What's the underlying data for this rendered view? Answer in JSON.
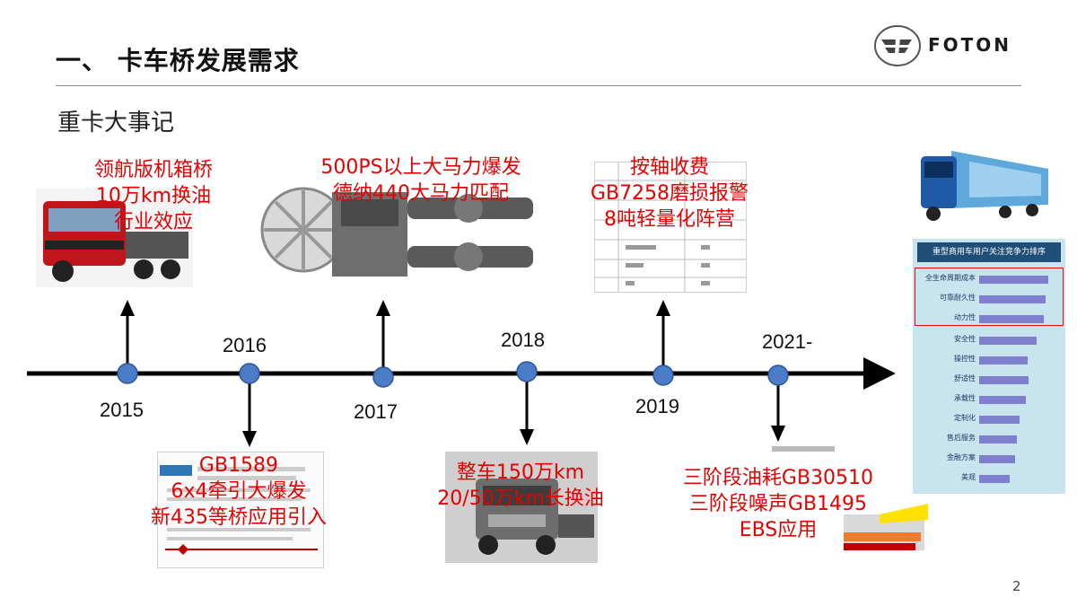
{
  "header": {
    "title": "一、 卡车桥发展需求",
    "subtitle": "重卡大事记",
    "brand": "FOTON",
    "page_number": "2"
  },
  "timeline": {
    "years": {
      "y2015": "2015",
      "y2016": "2016",
      "y2017": "2017",
      "y2018": "2018",
      "y2019": "2019",
      "y2021": "2021-"
    },
    "events": {
      "e2015": [
        "领航版机箱桥",
        "10万km换油",
        "行业效应"
      ],
      "e2016": [
        "GB1589",
        "6x4牵引大爆发",
        "新435等桥应用引入"
      ],
      "e2017": [
        "500PS以上大马力爆发",
        "德纳440大马力匹配"
      ],
      "e2018": [
        "整车150万km",
        "20/50万km长换油"
      ],
      "e2019": [
        "按轴收费",
        "GB7258磨损报警",
        "8吨轻量化阵营"
      ],
      "e2021": [
        "三阶段油耗GB30510",
        "三阶段噪声GB1495",
        "EBS应用"
      ]
    },
    "colors": {
      "axis": "#000000",
      "node": "#4a7cc7",
      "event_text": "#e60000"
    }
  },
  "ranking_panel": {
    "title": "重型商用车用户关注竞争力排序",
    "items": [
      {
        "label": "全生命周期成本",
        "value": 0.92
      },
      {
        "label": "可靠耐久性",
        "value": 0.88
      },
      {
        "label": "动力性",
        "value": 0.86
      },
      {
        "label": "安全性",
        "value": 0.76
      },
      {
        "label": "操控性",
        "value": 0.64
      },
      {
        "label": "舒适性",
        "value": 0.66
      },
      {
        "label": "承载性",
        "value": 0.62
      },
      {
        "label": "定制化",
        "value": 0.54
      },
      {
        "label": "售后服务",
        "value": 0.5
      },
      {
        "label": "金融方案",
        "value": 0.48
      },
      {
        "label": "美观",
        "value": 0.4
      }
    ]
  },
  "icons": {
    "brand_logo": "foton-logo-icon",
    "truck_2015": "red-truck-image",
    "engine_2017": "engine-axle-image",
    "truck_2018": "grey-truck-image",
    "truck_2021": "blue-truck-image"
  }
}
